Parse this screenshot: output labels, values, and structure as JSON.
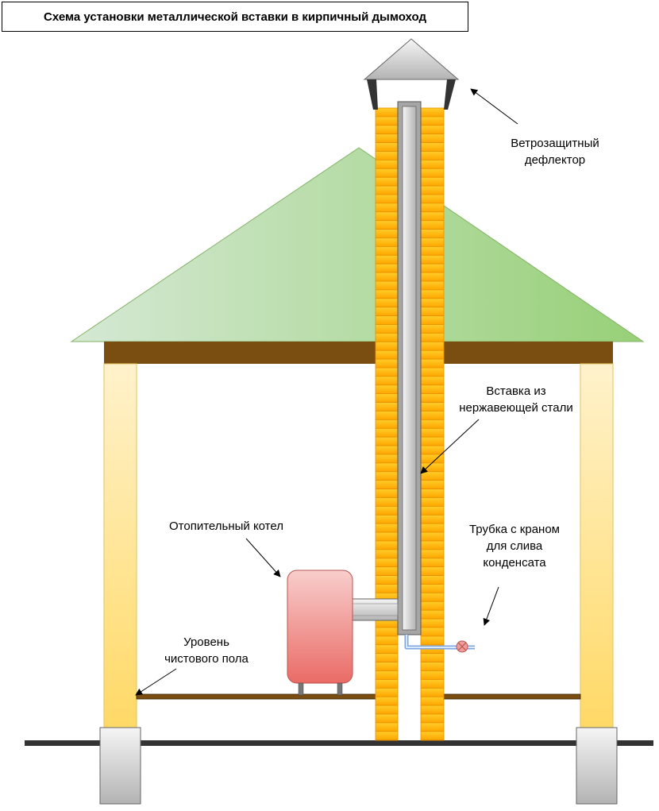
{
  "title": "Схема установки металлической вставки в кирпичный дымоход",
  "labels": {
    "deflector": [
      "Ветрозащитный",
      "дефлектор"
    ],
    "insert": [
      "Вставка из",
      "нержавеющей стали"
    ],
    "condensate": [
      "Трубка с краном",
      "для слива",
      "конденсата"
    ],
    "boiler": [
      "Отопительный котел"
    ],
    "floor": [
      "Уровень",
      "чистового пола"
    ]
  },
  "colors": {
    "roof": "#97d077",
    "beam": "#7a4d10",
    "brick": "#ffb41a",
    "brick_joint": "#e88f00",
    "post": "#ffe28a",
    "foundation": "#d9d9d9",
    "boiler": "#ea6b66",
    "steel": "#bdbdbd",
    "ground": "#333333",
    "drain_pipe": "#7ea6e0",
    "valve": "#f19c99"
  }
}
